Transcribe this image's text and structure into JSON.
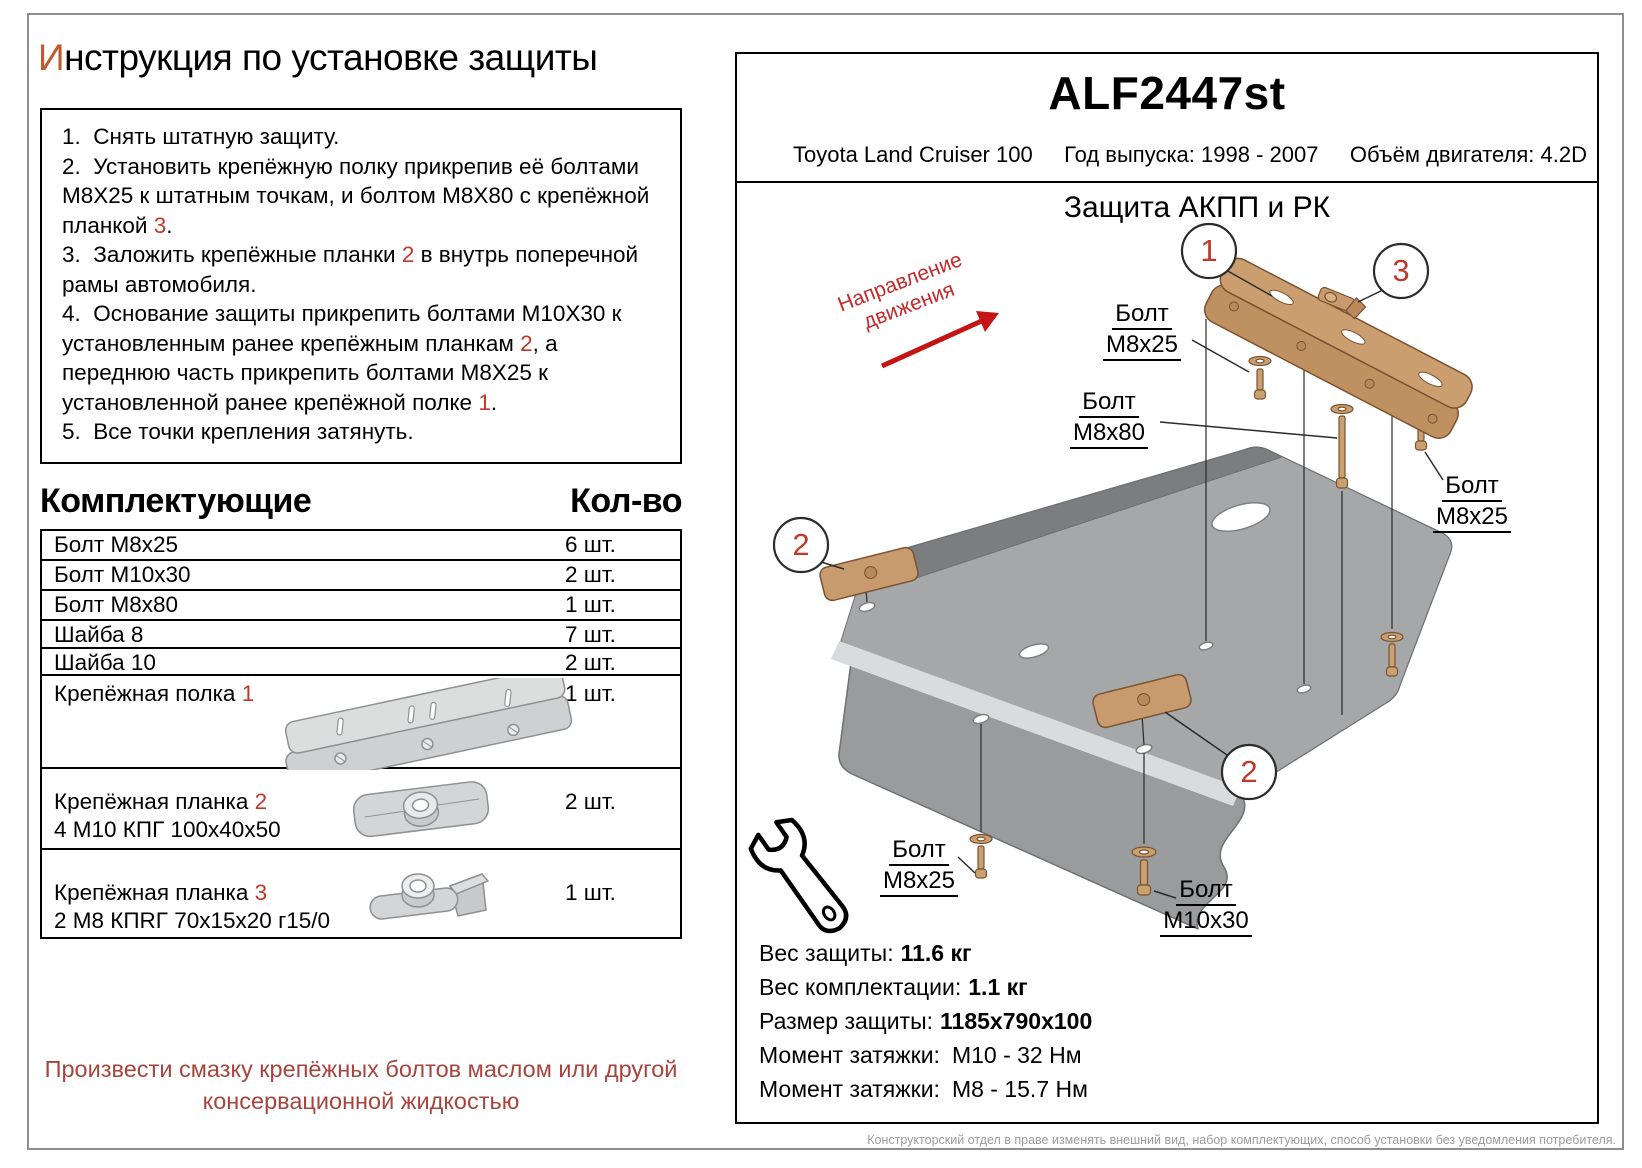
{
  "title": {
    "initial": "И",
    "rest": "нструкция по установке защиты"
  },
  "instructions": {
    "items": [
      [
        {
          "t": "1.  Снять штатную защиту."
        }
      ],
      [
        {
          "t": "2.  Установить крепёжную полку прикрепив её болтами М8Х25 к штатным точкам, и болтом М8Х80 с крепёжной планкой "
        },
        {
          "t": "3",
          "red": true
        },
        {
          "t": "."
        }
      ],
      [
        {
          "t": "3.  Заложить крепёжные планки "
        },
        {
          "t": "2",
          "red": true
        },
        {
          "t": " в внутрь поперечной рамы автомобиля."
        }
      ],
      [
        {
          "t": "4.  Основание защиты прикрепить болтами М10Х30 к установленным ранее крепёжным планкам "
        },
        {
          "t": "2",
          "red": true
        },
        {
          "t": ", а переднюю часть прикрепить болтами М8Х25 к установленной ранее крепёжной полке "
        },
        {
          "t": "1",
          "red": true
        },
        {
          "t": "."
        }
      ],
      [
        {
          "t": "5.  Все точки крепления затянуть."
        }
      ]
    ]
  },
  "parts": {
    "header": "Комплектующие",
    "qty_header": "Кол-во",
    "rows": [
      {
        "name": [
          {
            "t": "Болт М8х25"
          }
        ],
        "qty": "6 шт."
      },
      {
        "name": [
          {
            "t": "Болт М10х30"
          }
        ],
        "qty": "2 шт."
      },
      {
        "name": [
          {
            "t": "Болт М8х80"
          }
        ],
        "qty": "1 шт."
      },
      {
        "name": [
          {
            "t": "Шайба 8"
          }
        ],
        "qty": "7 шт."
      },
      {
        "name": [
          {
            "t": "Шайба 10"
          }
        ],
        "qty": "2 шт."
      },
      {
        "name": [
          {
            "t": "Крепёжная полка "
          },
          {
            "t": "1",
            "red": true
          }
        ],
        "qty": "1 шт.",
        "image": "shelf"
      },
      {
        "name": [
          {
            "t": "Крепёжная планка "
          },
          {
            "t": "2",
            "red": true
          }
        ],
        "sub": "4 М10 КПГ 100х40х50",
        "qty": "2 шт.",
        "image": "plate"
      },
      {
        "name": [
          {
            "t": "Крепёжная планка "
          },
          {
            "t": "3",
            "red": true
          }
        ],
        "sub": "2 М8 КПRГ 70х15х20 г15/0",
        "qty": "1 шт.",
        "image": "clip"
      }
    ]
  },
  "note": "Произвести смазку крепёжных болтов маслом или другой консервационной жидкостью",
  "panel": {
    "code": "ALF2447st",
    "car": "Toyota Land Cruiser 100",
    "years": "Год выпуска: 1998 - 2007",
    "engine": "Объём двигателя: 4.2D"
  },
  "diagram": {
    "title": "Защита АКПП и РК",
    "direction": {
      "line1": "Направление",
      "line2": "движения"
    },
    "callouts": [
      {
        "n": "1"
      },
      {
        "n": "3"
      },
      {
        "n": "2"
      },
      {
        "n": "2"
      }
    ],
    "bolt_labels": [
      {
        "line1": "Болт",
        "line2": "М8х25"
      },
      {
        "line1": "Болт",
        "line2": "М8х80"
      },
      {
        "line1": "Болт",
        "line2": "М8х25"
      },
      {
        "line1": "Болт",
        "line2": "М8х25"
      },
      {
        "line1": "Болт",
        "line2": "М10х30"
      }
    ]
  },
  "specs": {
    "rows": [
      {
        "label": "Вес защиты:",
        "value": "11.6 кг"
      },
      {
        "label": "Вес комплектации:",
        "value": "1.1 кг"
      },
      {
        "label": "Размер защиты:",
        "value": "1185х790х100"
      },
      {
        "label": "Момент затяжки:",
        "value": "М10 - 32 Нм"
      },
      {
        "label": "Момент затяжки:",
        "value": "М8 - 15.7 Нм"
      }
    ]
  },
  "footer": "Конструкторский отдел в праве изменять внешний вид, набор комплектующих, способ установки без уведомления потребителя."
}
